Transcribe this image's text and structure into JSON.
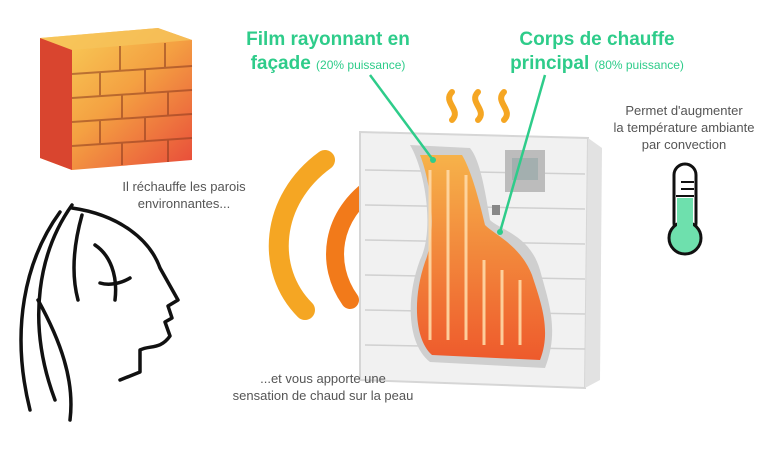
{
  "labels": {
    "film_title_line1": "Film rayonnant en",
    "film_title_line2": "façade",
    "film_power": "(20% puissance)",
    "corps_title_line1": "Corps de chauffe",
    "corps_title_line2": "principal",
    "corps_power": "(80% puissance)",
    "walls_text_line1": "Il réchauffe les parois",
    "walls_text_line2": "environnantes...",
    "skin_text_line1": "...et vous apporte une",
    "skin_text_line2": "sensation de chaud sur la peau",
    "convection_text_line1": "Permet d'augmenter",
    "convection_text_line2": "la température ambiante",
    "convection_text_line3": "par convection"
  },
  "icons": {
    "wall": "brick-wall-icon",
    "face": "face-profile-icon",
    "thermometer": "thermometer-icon",
    "heat_waves": "heat-waves-icon",
    "radiant_arcs": "radiant-heat-arcs-icon",
    "radiator": "radiator-icon"
  },
  "colors": {
    "accent_green": "#2ecc8a",
    "text_grey": "#555555",
    "arc_outer": "#f5a623",
    "arc_middle": "#f27a1a",
    "arc_inner": "#ee3b3b",
    "brick_light": "#f9c74f",
    "brick_dark": "#e94e3c"
  }
}
